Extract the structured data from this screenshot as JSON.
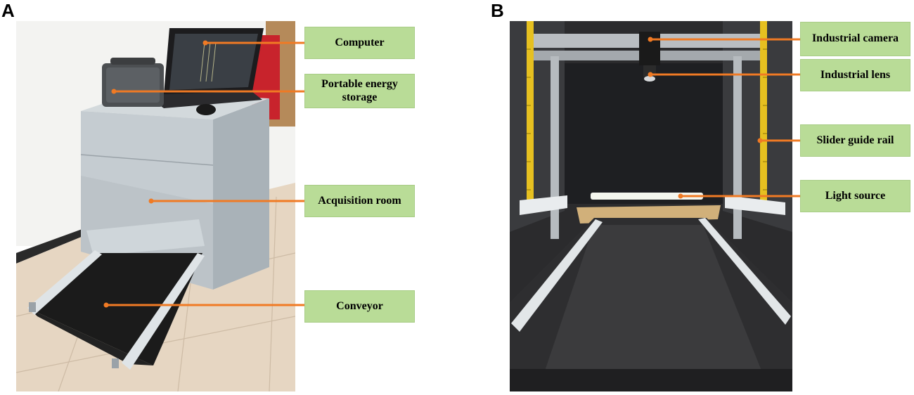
{
  "panels": [
    {
      "letter": "A",
      "labels": {
        "computer": "Computer",
        "energy": "Portable energy storage",
        "acquisition": "Acquisition room",
        "conveyor": "Conveyor"
      }
    },
    {
      "letter": "B",
      "labels": {
        "camera": "Industrial camera",
        "lens": "Industrial lens",
        "rail": "Slider guide rail",
        "light": "Light source"
      }
    }
  ],
  "colors": {
    "leader": "#f07a24",
    "callout_fill": "#b9dc97",
    "floor_tile": "#e8d8c4",
    "wall": "#f2f2f0",
    "metal": "#c5cdd2",
    "belt": "#1c1c1c",
    "backdrop": "#232325"
  }
}
